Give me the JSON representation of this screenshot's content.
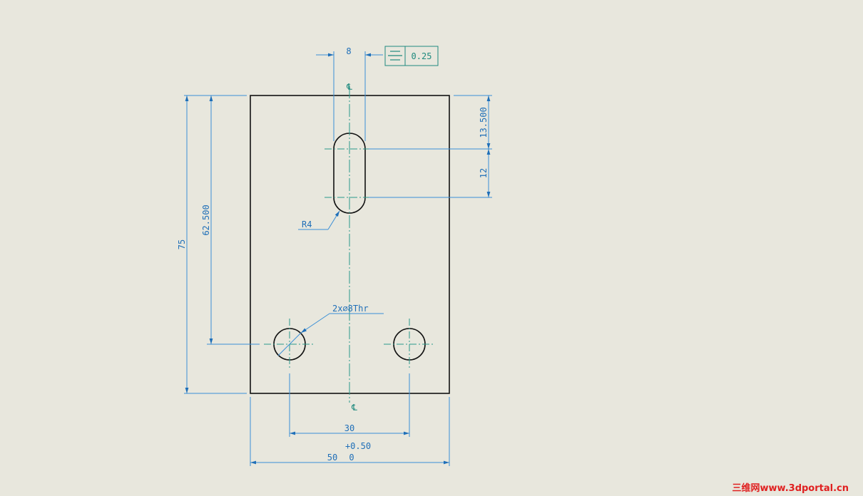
{
  "dimensions": {
    "slot_width": "8",
    "slot_top_offset": "13.500",
    "slot_length": "12",
    "slot_radius": "R4",
    "overall_height": "75",
    "hole_height": "62.500",
    "hole_callout": "2x∅8Thr",
    "hole_spacing": "30",
    "overall_width": "50",
    "width_tol_upper": "+0.50",
    "width_tol_lower": "0"
  },
  "fcf": {
    "symbol": "symmetry",
    "tolerance": "0.25"
  },
  "centerline_symbol": "℄",
  "watermark": "三维网www.3dportal.cn",
  "colors": {
    "background": "#e8e7dd",
    "dimension": "#1f6fb8",
    "centerline": "#2a9a8c",
    "part": "#111111"
  }
}
